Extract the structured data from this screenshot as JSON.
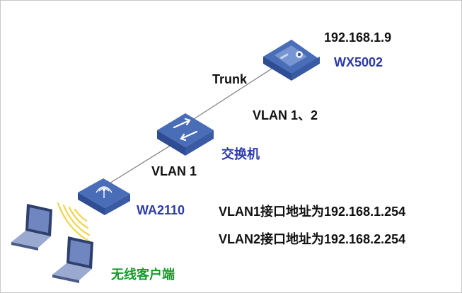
{
  "colors": {
    "label_black": "#111111",
    "label_blue": "#2b3aa8",
    "label_green": "#139a2a",
    "link_line": "#7f7f7f",
    "device_blue": "#4a6db8",
    "device_blue_light": "#8aa6de",
    "wifi_yellow": "#f2d44a"
  },
  "icons": {
    "controller": "wireless-controller-icon",
    "switch": "switch-icon",
    "ap": "access-point-icon",
    "laptop": "laptop-icon"
  },
  "devices": {
    "controller": {
      "ip": "192.168.1.9",
      "model": "WX5002"
    },
    "switch": {
      "name": "交换机"
    },
    "ap": {
      "model": "WA2110"
    },
    "clients": {
      "label": "无线客户端"
    }
  },
  "links": {
    "controller_switch": {
      "type": "Trunk",
      "vlans": "VLAN 1、2"
    },
    "switch_ap": {
      "vlan": "VLAN 1"
    }
  },
  "notes": [
    "VLAN1接口地址为192.168.1.254",
    "VLAN2接口地址为192.168.2.254"
  ]
}
